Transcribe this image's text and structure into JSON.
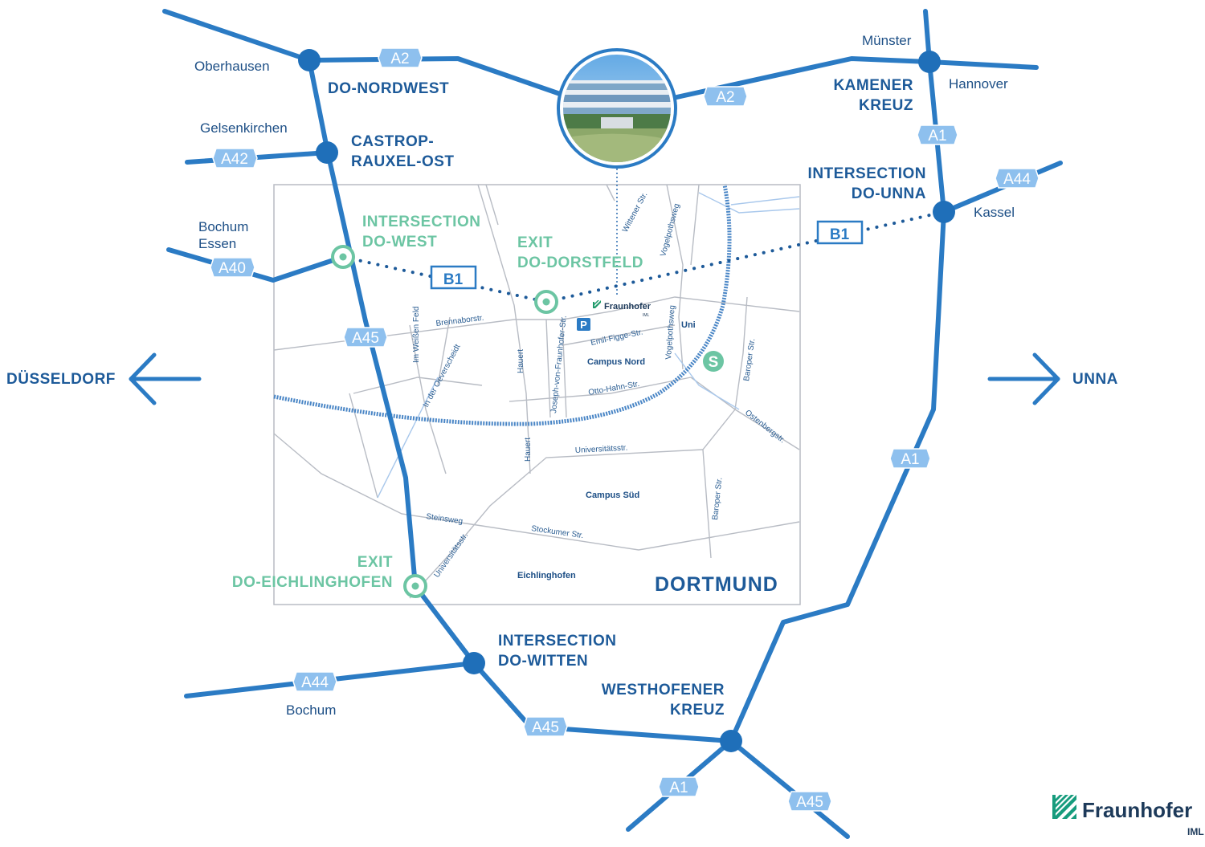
{
  "cities": {
    "oberhausen": "Oberhausen",
    "gelsenkirchen": "Gelsenkirchen",
    "bochum_essen": [
      "Bochum",
      "Essen"
    ],
    "muenster": "Münster",
    "hannover": "Hannover",
    "kassel": "Kassel",
    "bochum_south": "Bochum"
  },
  "junctions": {
    "do_nordwest": "DO-NORDWEST",
    "castrop": [
      "CASTROP-",
      "RAUXEL-OST"
    ],
    "kamener": [
      "KAMENER",
      "KREUZ"
    ],
    "do_unna": [
      "INTERSECTION",
      "DO-UNNA"
    ],
    "do_witten": [
      "INTERSECTION",
      "DO-WITTEN"
    ],
    "westhofener": [
      "WESTHOFENER",
      "KREUZ"
    ]
  },
  "exits": {
    "do_west": [
      "INTERSECTION",
      "DO-WEST"
    ],
    "do_dorstfeld": [
      "EXIT",
      "DO-DORSTFELD"
    ],
    "do_eichlinghofen": [
      "EXIT",
      "DO-EICHLINGHOFEN"
    ]
  },
  "directions": {
    "west": "DÜSSELDORF",
    "east": "UNNA"
  },
  "shields": {
    "a2_west": "A2",
    "a2_east": "A2",
    "a42": "A42",
    "a40": "A40",
    "a45_north": "A45",
    "a1_north": "A1",
    "a44_east": "A44",
    "a1_mid": "A1",
    "a44_south": "A44",
    "a45_south": "A45",
    "a1_south": "A1",
    "a45_se": "A45"
  },
  "b1_labels": {
    "west": "B1",
    "east": "B1"
  },
  "streets": {
    "wittener": "Wittener Str.",
    "vogelpothsweg_n": "Vogelpothsweg",
    "vogelpothsweg_s": "Vogelpothsweg",
    "brennaborstr": "Brennaborstr.",
    "im_weissen_feld": "Im Weißen Feld",
    "in_der_oeverscheidt": "In der Oeverscheidt",
    "hauert_n": "Hauert",
    "hauert_s": "Hauert",
    "jvf": "Joseph-von-Fraunhofer-Str.",
    "emil_figge": "Emil-Figge-Str.",
    "otto_hahn": "Otto-Hahn-Str.",
    "baroper_n": "Baroper Str.",
    "baroper_s": "Baroper Str.",
    "ostenbergstr": "Ostenbergstr.",
    "universitaetsstr_n": "Universitätsstr.",
    "universitaetsstr_s": "Universitätsstr.",
    "steinsweg": "Steinsweg",
    "stockumer": "Stockumer Str."
  },
  "areas": {
    "campus_nord": "Campus Nord",
    "campus_sued": "Campus Süd",
    "uni": "Uni",
    "eichlinghofen": "Eichlinghofen",
    "dortmund": "DORTMUND"
  },
  "markers": {
    "parking": "P",
    "sbahn": "S"
  },
  "logo_small": {
    "name": "Fraunhofer",
    "sub": "IML"
  },
  "logo": {
    "name": "Fraunhofer",
    "sub": "IML"
  },
  "colors": {
    "highway": "#2b7bc4",
    "junction": "#1f6fb9",
    "exit": "#6cc5a3",
    "shield": "#8ec0ee",
    "text": "#1d5a99"
  }
}
